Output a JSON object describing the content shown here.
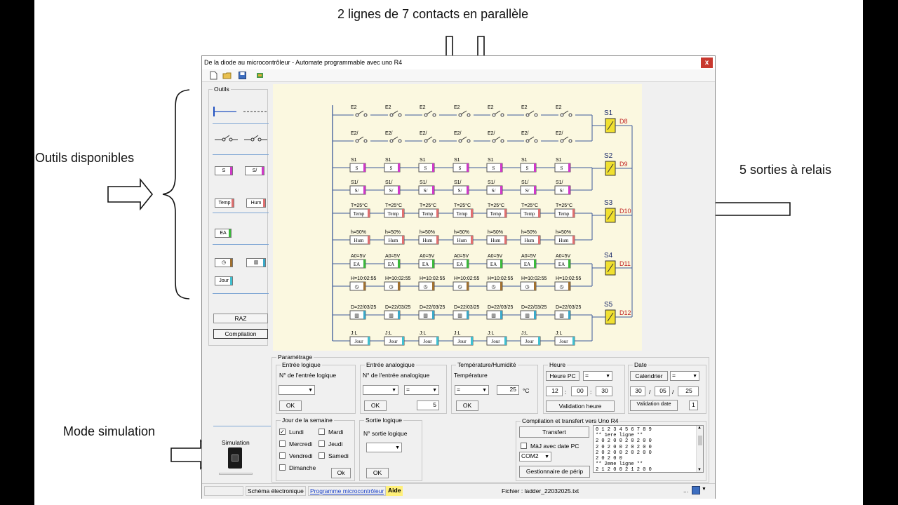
{
  "annotations": {
    "top": "2 lignes de 7 contacts  en parallèle",
    "left_tools": "Outils disponibles",
    "right_outputs": "5 sorties à relais",
    "mode": "Mode simulation"
  },
  "window": {
    "title": "De la diode au microcontrôleur - Automate programmable avec uno R4",
    "close": "x"
  },
  "tools": {
    "legend": "Outils",
    "s": "S",
    "s_neg": "S/",
    "temp": "Temp",
    "hum": "Hum",
    "ea": "EA",
    "jour": "Jour",
    "raz": "RAZ",
    "compilation": "Compilation",
    "simulation": "Simulation"
  },
  "ladder": {
    "rows": [
      {
        "label": "E2",
        "kind": "contact",
        "color": "#000000"
      },
      {
        "label": "E2/",
        "kind": "contact",
        "color": "#000000"
      },
      {
        "label": "S1",
        "kind": "box",
        "text": "S",
        "color": "#d038c8"
      },
      {
        "label": "S1/",
        "kind": "box",
        "text": "S/",
        "color": "#d038c8"
      },
      {
        "label": "T=25°C",
        "kind": "box",
        "text": "Temp",
        "color": "#e07070"
      },
      {
        "label": "h=50%",
        "kind": "box",
        "text": "Hum",
        "color": "#e07070"
      },
      {
        "label": "A0=5V",
        "kind": "box",
        "text": "EA",
        "color": "#3bb83b"
      },
      {
        "label": "H=10:02:55",
        "kind": "box",
        "text": "◷",
        "color": "#a07030"
      },
      {
        "label": "D=22/03/25",
        "kind": "box",
        "text": "▥",
        "color": "#3aa8c8"
      },
      {
        "label": "J:L",
        "kind": "box",
        "text": "Jour",
        "color": "#40c0d0"
      }
    ],
    "columns": 7,
    "outputs": [
      {
        "name": "S1",
        "pin": "D8"
      },
      {
        "name": "S2",
        "pin": "D9"
      },
      {
        "name": "S3",
        "pin": "D10"
      },
      {
        "name": "S4",
        "pin": "D11"
      },
      {
        "name": "S5",
        "pin": "D12"
      }
    ]
  },
  "params": {
    "legend": "Paramétrage",
    "entree_logique": {
      "legend": "Entrée logique",
      "label": "N° de l'entrée logique",
      "ok": "OK"
    },
    "entree_analogique": {
      "legend": "Entrée analogique",
      "label": "N° de l'entrée analogique",
      "op": "=",
      "value": "5",
      "ok": "OK"
    },
    "temp_hum": {
      "legend": "Température/Humidité",
      "label": "Température",
      "op": "=",
      "value": "25",
      "unit": "°C",
      "ok": "OK"
    },
    "heure": {
      "legend": "Heure",
      "btn": "Heure PC",
      "op": "=",
      "h": "12",
      "m": "00",
      "s": "30",
      "sep": ":",
      "validate": "Validation  heure"
    },
    "date": {
      "legend": "Date",
      "btn": "Calendrier",
      "op": "=",
      "d": "30",
      "mo": "05",
      "y": "25",
      "sep": "/",
      "validate": "Validation date",
      "count": "1"
    },
    "jour": {
      "legend": "Jour de la semaine",
      "days": [
        {
          "name": "Lundi",
          "checked": true
        },
        {
          "name": "Mardi",
          "checked": false
        },
        {
          "name": "Mercredi",
          "checked": false
        },
        {
          "name": "Jeudi",
          "checked": false
        },
        {
          "name": "Vendredi",
          "checked": false
        },
        {
          "name": "Samedi",
          "checked": false
        },
        {
          "name": "Dimanche",
          "checked": false
        }
      ],
      "ok": "Ok"
    },
    "sortie": {
      "legend": "Sortie logique",
      "label": "N° sortie logique",
      "ok": "OK"
    }
  },
  "compile": {
    "legend": "Compilation et transfert vers Uno R4",
    "transfert": "Transfert",
    "maj": "MàJ  avec date PC",
    "com": "COM2",
    "gestion": "Gestionnaire de périp",
    "log": [
      "0 1 2 3 4 5 6 7 8 9",
      "** 1ere ligne **",
      "2 0 2 0 0 2 0 2 0 0",
      "2 0 2 0 0 2 0 2 0 0",
      "2 0 2 0 0 2 0 2 0 0",
      "2 0 2 0 0",
      "** 2eme ligne **",
      "2 1 2 0 0 2 1 2 0 0"
    ]
  },
  "status": {
    "tab1": "Schéma électronique",
    "tab2": "Programme microcontrôleur",
    "tab3": "Aide",
    "file": "Fichier : ladder_22032025.txt",
    "dots": "..."
  }
}
